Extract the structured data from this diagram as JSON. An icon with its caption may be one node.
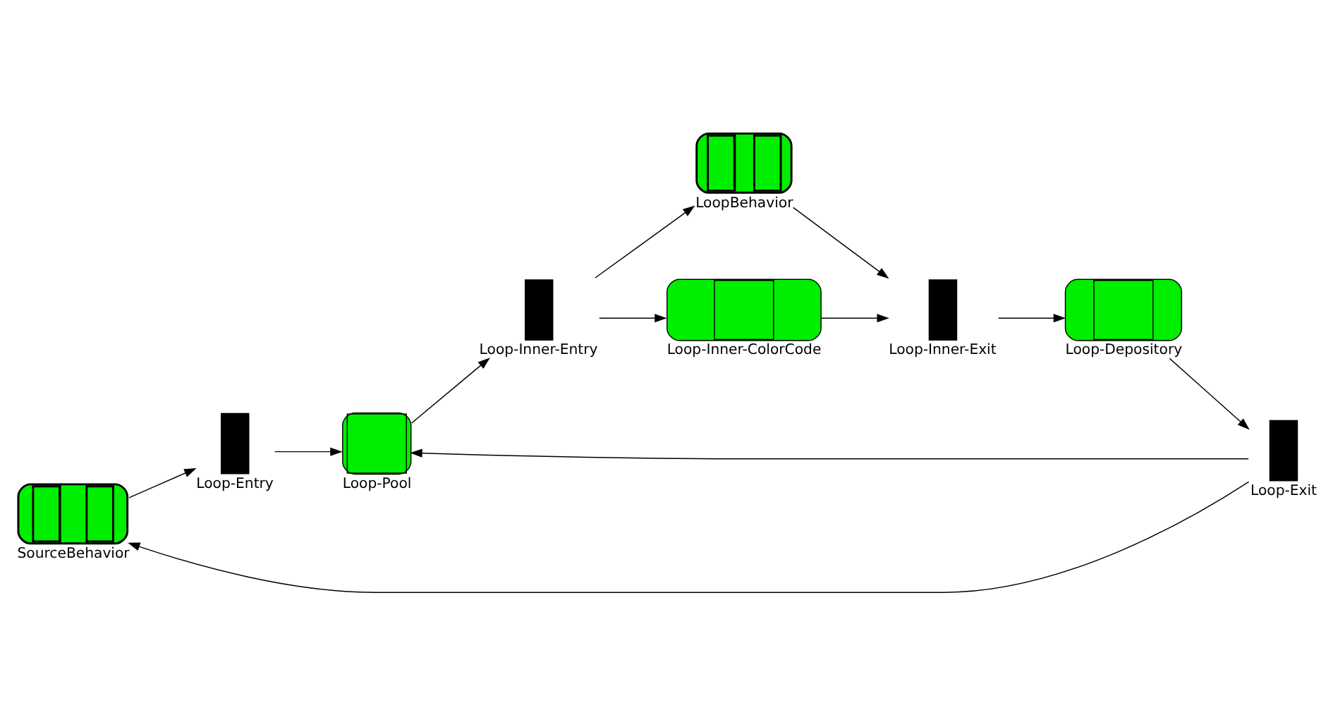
{
  "diagram": {
    "nodes": [
      {
        "text": [
          "SourceBehavior"
        ]
      },
      {
        "text": [
          "Loop-Entry"
        ]
      },
      {
        "text": [
          "Loop-Pool"
        ]
      },
      {
        "text": [
          "Loop-Inner-Entry"
        ]
      },
      {
        "text": [
          "LoopBehavior"
        ]
      },
      {
        "text": [
          "Loop-Inner-ColorCode"
        ]
      },
      {
        "text": [
          "Loop-Exit"
        ]
      },
      {
        "text": [
          "Loop-Depository"
        ]
      },
      {
        "text": [
          "Loop-Inner-Exit"
        ]
      }
    ],
    "edges": [
      {
        "from": 0,
        "to": 1,
        "arrow": "to"
      },
      {
        "from": 1,
        "to": 2,
        "arrow": "to"
      },
      {
        "from": 2,
        "to": 3,
        "arrow": "to"
      },
      {
        "from": 3,
        "to": 4,
        "arrow": "to"
      },
      {
        "from": 3,
        "to": 5,
        "arrow": "to"
      },
      {
        "from": 4,
        "to": 8,
        "arrow": "to"
      },
      {
        "from": 5,
        "to": 8,
        "arrow": "to"
      },
      {
        "from": 8,
        "to": 7,
        "arrow": "to"
      },
      {
        "from": 7,
        "to": 6,
        "arrow": "to"
      },
      {
        "from": 6,
        "to": 0,
        "arrow": "to"
      },
      {
        "from": 6,
        "to": 2,
        "arrow": "to"
      }
    ]
  }
}
